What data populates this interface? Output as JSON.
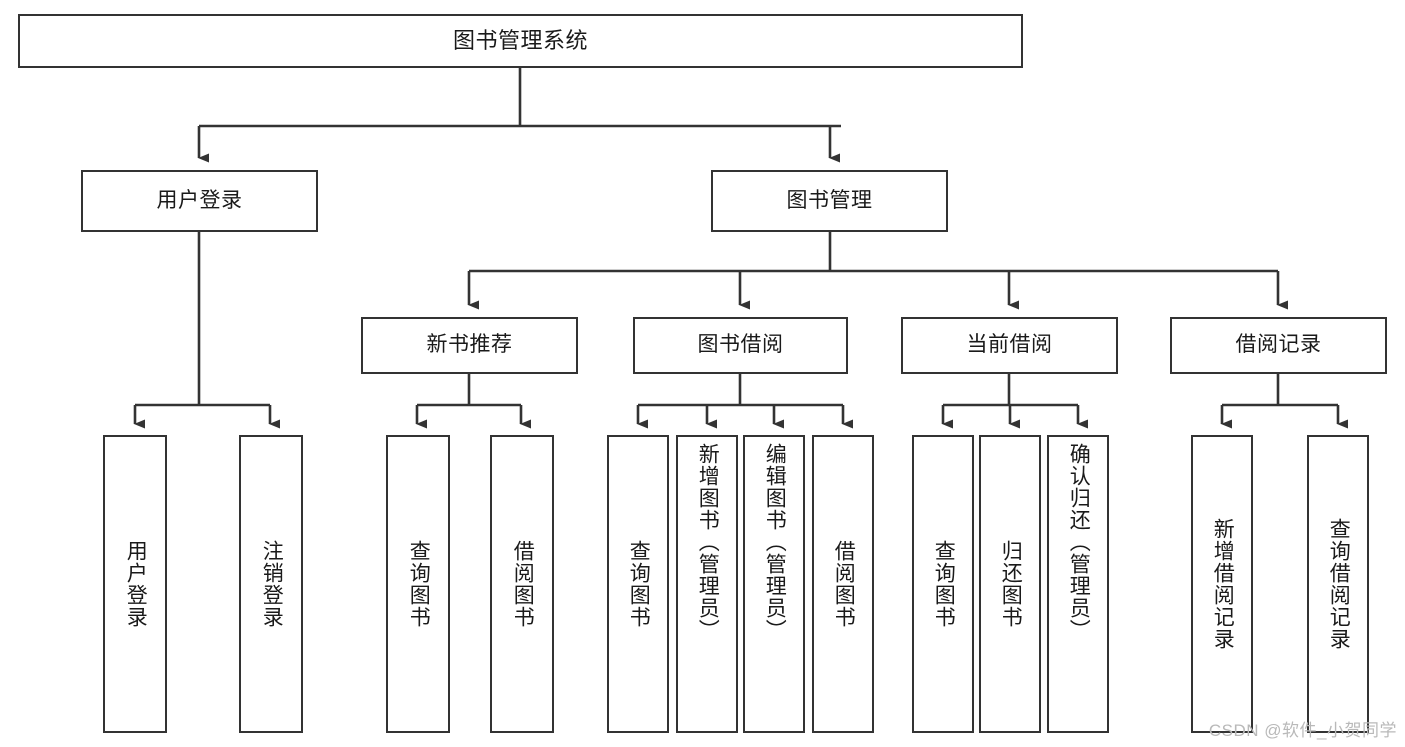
{
  "diagram": {
    "title": "图书管理系统",
    "type": "tree-hierarchy",
    "stroke_color": "#333333",
    "fill_color": "#ffffff",
    "text_color": "#1a1a1a"
  },
  "root": {
    "label": "图书管理系统"
  },
  "level2": [
    {
      "label": "用户登录"
    },
    {
      "label": "图书管理"
    }
  ],
  "level3": [
    {
      "label": "新书推荐"
    },
    {
      "label": "图书借阅"
    },
    {
      "label": "当前借阅"
    },
    {
      "label": "借阅记录"
    }
  ],
  "leaves": {
    "user_login": [
      {
        "label": "用户登录"
      },
      {
        "label": "注销登录"
      }
    ],
    "new_book_recommend": [
      {
        "label": "查询图书"
      },
      {
        "label": "借阅图书"
      }
    ],
    "book_borrow": [
      {
        "label": "查询图书"
      },
      {
        "label": "新增图书（管理员）"
      },
      {
        "label": "编辑图书（管理员）"
      },
      {
        "label": "借阅图书"
      }
    ],
    "current_borrow": [
      {
        "label": "查询图书"
      },
      {
        "label": "归还图书"
      },
      {
        "label": "确认归还（管理员）"
      }
    ],
    "borrow_record": [
      {
        "label": "新增借阅记录"
      },
      {
        "label": "查询借阅记录"
      }
    ]
  },
  "watermark": {
    "text": "CSDN @软件_小贺同学"
  }
}
